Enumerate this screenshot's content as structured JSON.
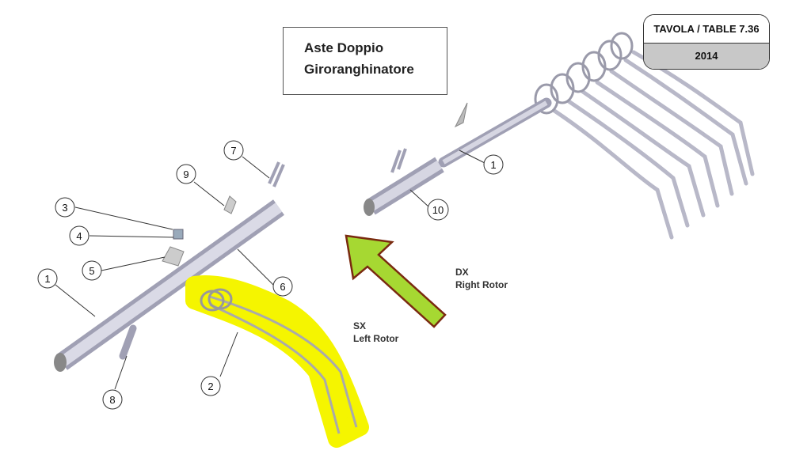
{
  "title": {
    "line1": "Aste  Doppio",
    "line2": "Giroranghinatore"
  },
  "table": {
    "label": "TAVOLA / TABLE  7.36",
    "year": "2014"
  },
  "direction": {
    "right_code": "DX",
    "right_label": "Right Rotor",
    "left_code": "SX",
    "left_label": "Left Rotor",
    "arrow_color": "#a6d832",
    "arrow_outline": "#7a2a10"
  },
  "highlight_color": "#f5f500",
  "callouts": [
    "1",
    "2",
    "3",
    "4",
    "5",
    "6",
    "7",
    "8",
    "9",
    "10",
    "1"
  ]
}
